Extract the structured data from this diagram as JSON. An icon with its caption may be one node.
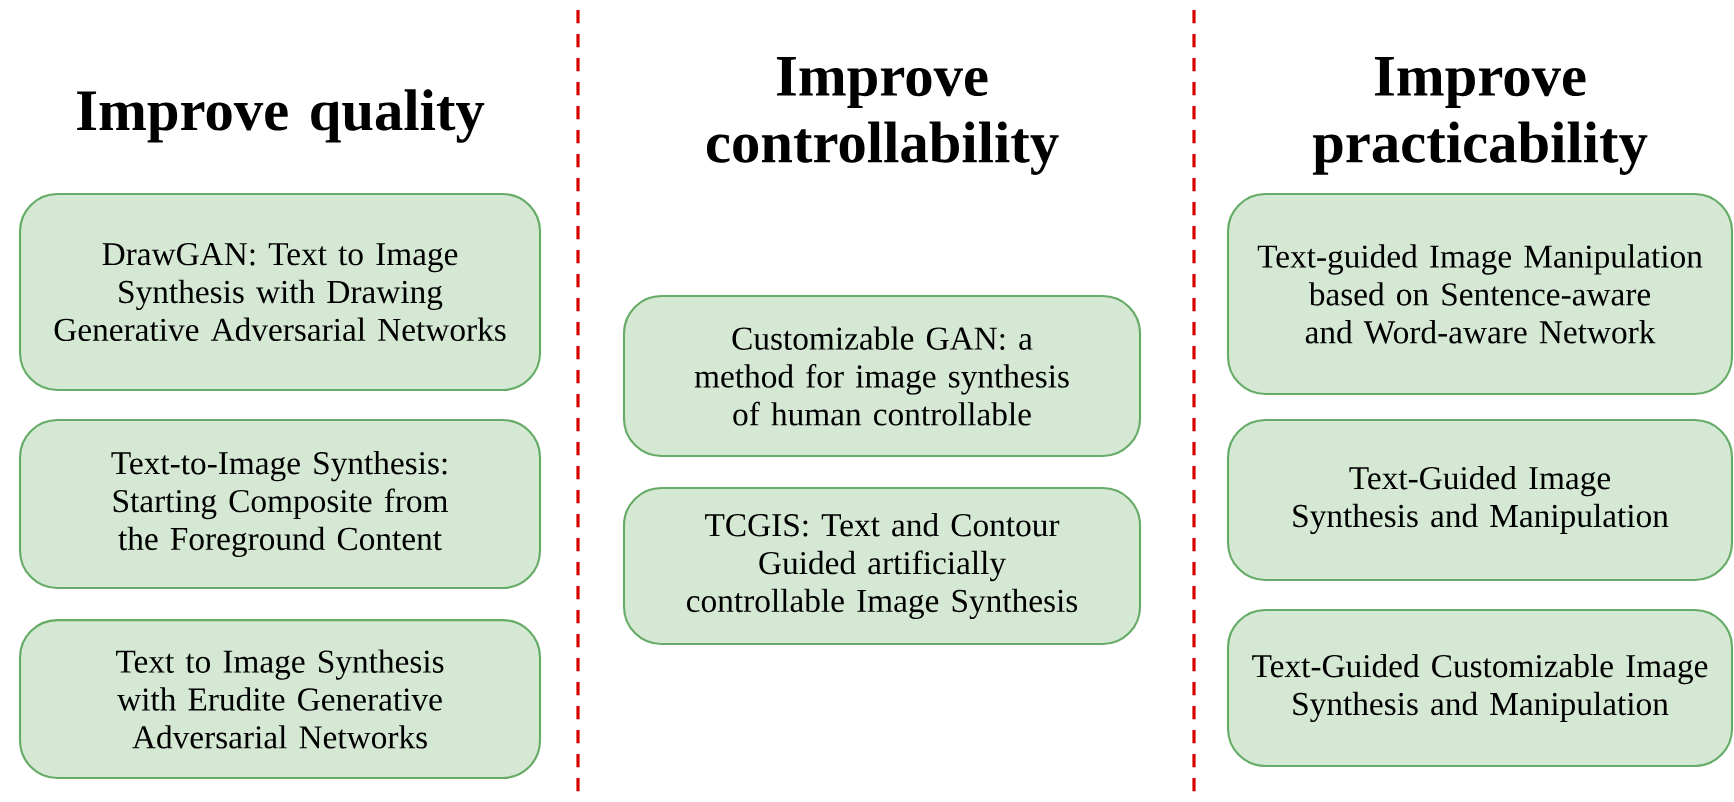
{
  "diagram": {
    "nodes": [
      {
        "text": [
          "DrawGAN: Text to Image Synthesis with Drawing Generative Adversarial Networks"
        ]
      },
      {
        "text": [
          "Text-to-Image Synthesis: Starting Composite from the Foreground Content"
        ]
      },
      {
        "text": [
          "Text to Image Synthesis with Erudite Generative Adversarial Networks"
        ]
      },
      {
        "text": [
          "Customizable GAN: a method for image synthesis of human controllable"
        ]
      },
      {
        "text": [
          "TCGIS: Text and Contour Guided artificially controllable Image Synthesis"
        ]
      },
      {
        "text": [
          "Text-guided Image Manipulation based on Sentence-aware and Word-aware Network"
        ]
      },
      {
        "text": [
          "Text-Guided Image Synthesis and Manipulation"
        ]
      },
      {
        "text": [
          "Text-Guided Customizable Image Synthesis and Manipulation"
        ]
      }
    ],
    "edges": [],
    "labels": [
      "Improve quality",
      "Improve controllability",
      "Improve practicability"
    ]
  }
}
